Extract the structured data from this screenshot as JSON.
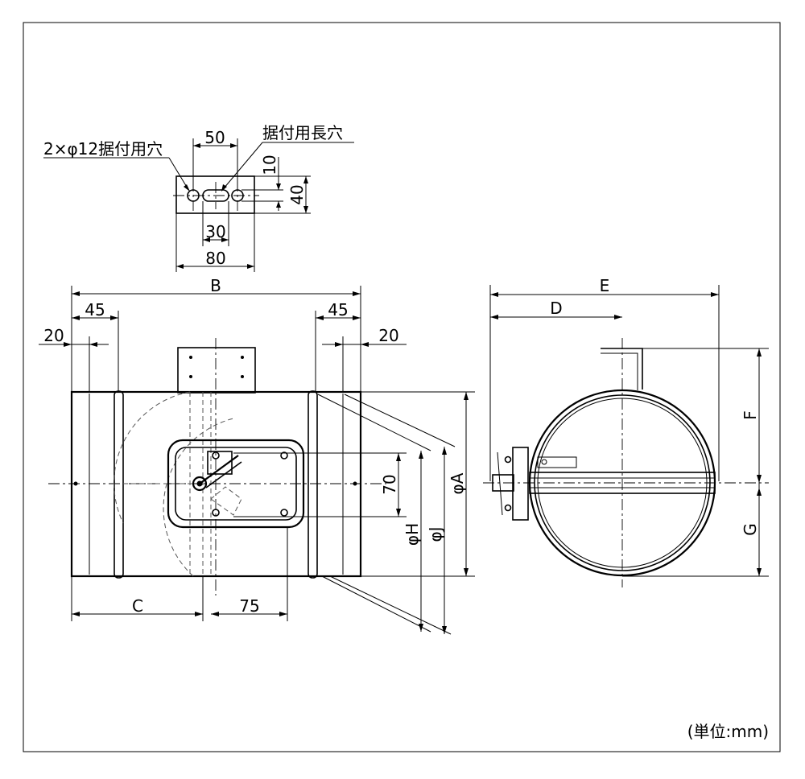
{
  "notes": {
    "mounting_holes": "2×φ12据付用穴",
    "mounting_slot": "据付用長穴",
    "unit": "(単位:mm)"
  },
  "dimensions": {
    "bracket_50": "50",
    "bracket_10": "10",
    "bracket_40": "40",
    "bracket_30": "30",
    "bracket_80": "80",
    "B": "B",
    "left_45": "45",
    "right_45": "45",
    "left_20": "20",
    "right_20": "20",
    "C": "C",
    "d75": "75",
    "d70": "70",
    "phiH": "φH",
    "phiJ": "φJ",
    "phiA": "φA",
    "E": "E",
    "D": "D",
    "F": "F",
    "G": "G"
  }
}
